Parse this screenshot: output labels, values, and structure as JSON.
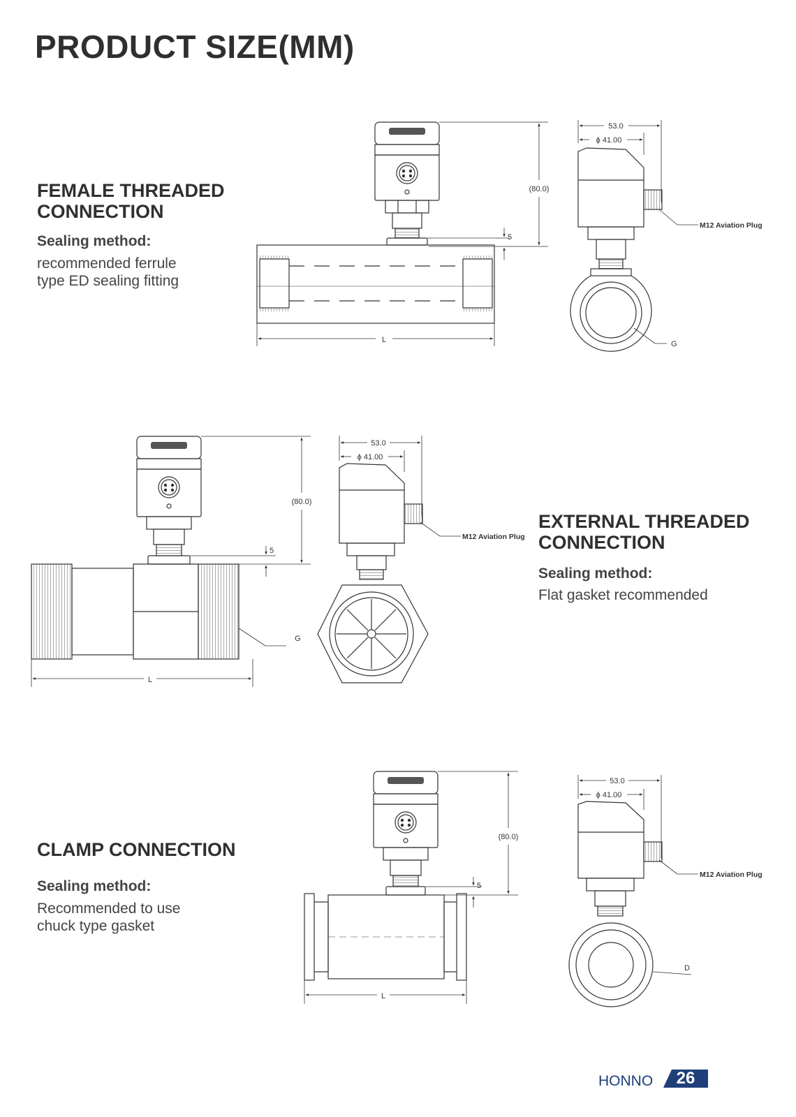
{
  "page": {
    "title": "PRODUCT SIZE(MM)",
    "brand": "HONNO",
    "page_number": "26"
  },
  "sections": [
    {
      "title_line1": "FEMALE THREADED",
      "title_line2": "CONNECTION",
      "sealing_label": "Sealing method:",
      "sealing_line1": "recommended ferrule",
      "sealing_line2": "type ED sealing fitting",
      "dim_width": "53.0",
      "dim_diameter": "ϕ 41.00",
      "dim_height": "(80.0)",
      "dim_gap": "5",
      "dim_length": "L",
      "plug_label": "M12 Aviation Plug",
      "thread_label": "G"
    },
    {
      "title_line1": "EXTERNAL THREADED",
      "title_line2": "CONNECTION",
      "sealing_label": "Sealing method:",
      "sealing_line1": "Flat gasket recommended",
      "dim_width": "53.0",
      "dim_diameter": "ϕ 41.00",
      "dim_height": "(80.0)",
      "dim_gap": "5",
      "dim_length": "L",
      "plug_label": "M12 Aviation Plug",
      "thread_label": "G"
    },
    {
      "title_line1": "CLAMP CONNECTION",
      "sealing_label": "Sealing method:",
      "sealing_line1": "Recommended to use",
      "sealing_line2": "chuck type gasket",
      "dim_width": "53.0",
      "dim_diameter": "ϕ 41.00",
      "dim_height": "(80.0)",
      "dim_gap": "5",
      "dim_length": "L",
      "plug_label": "M12 Aviation Plug",
      "diameter_label": "D"
    }
  ]
}
